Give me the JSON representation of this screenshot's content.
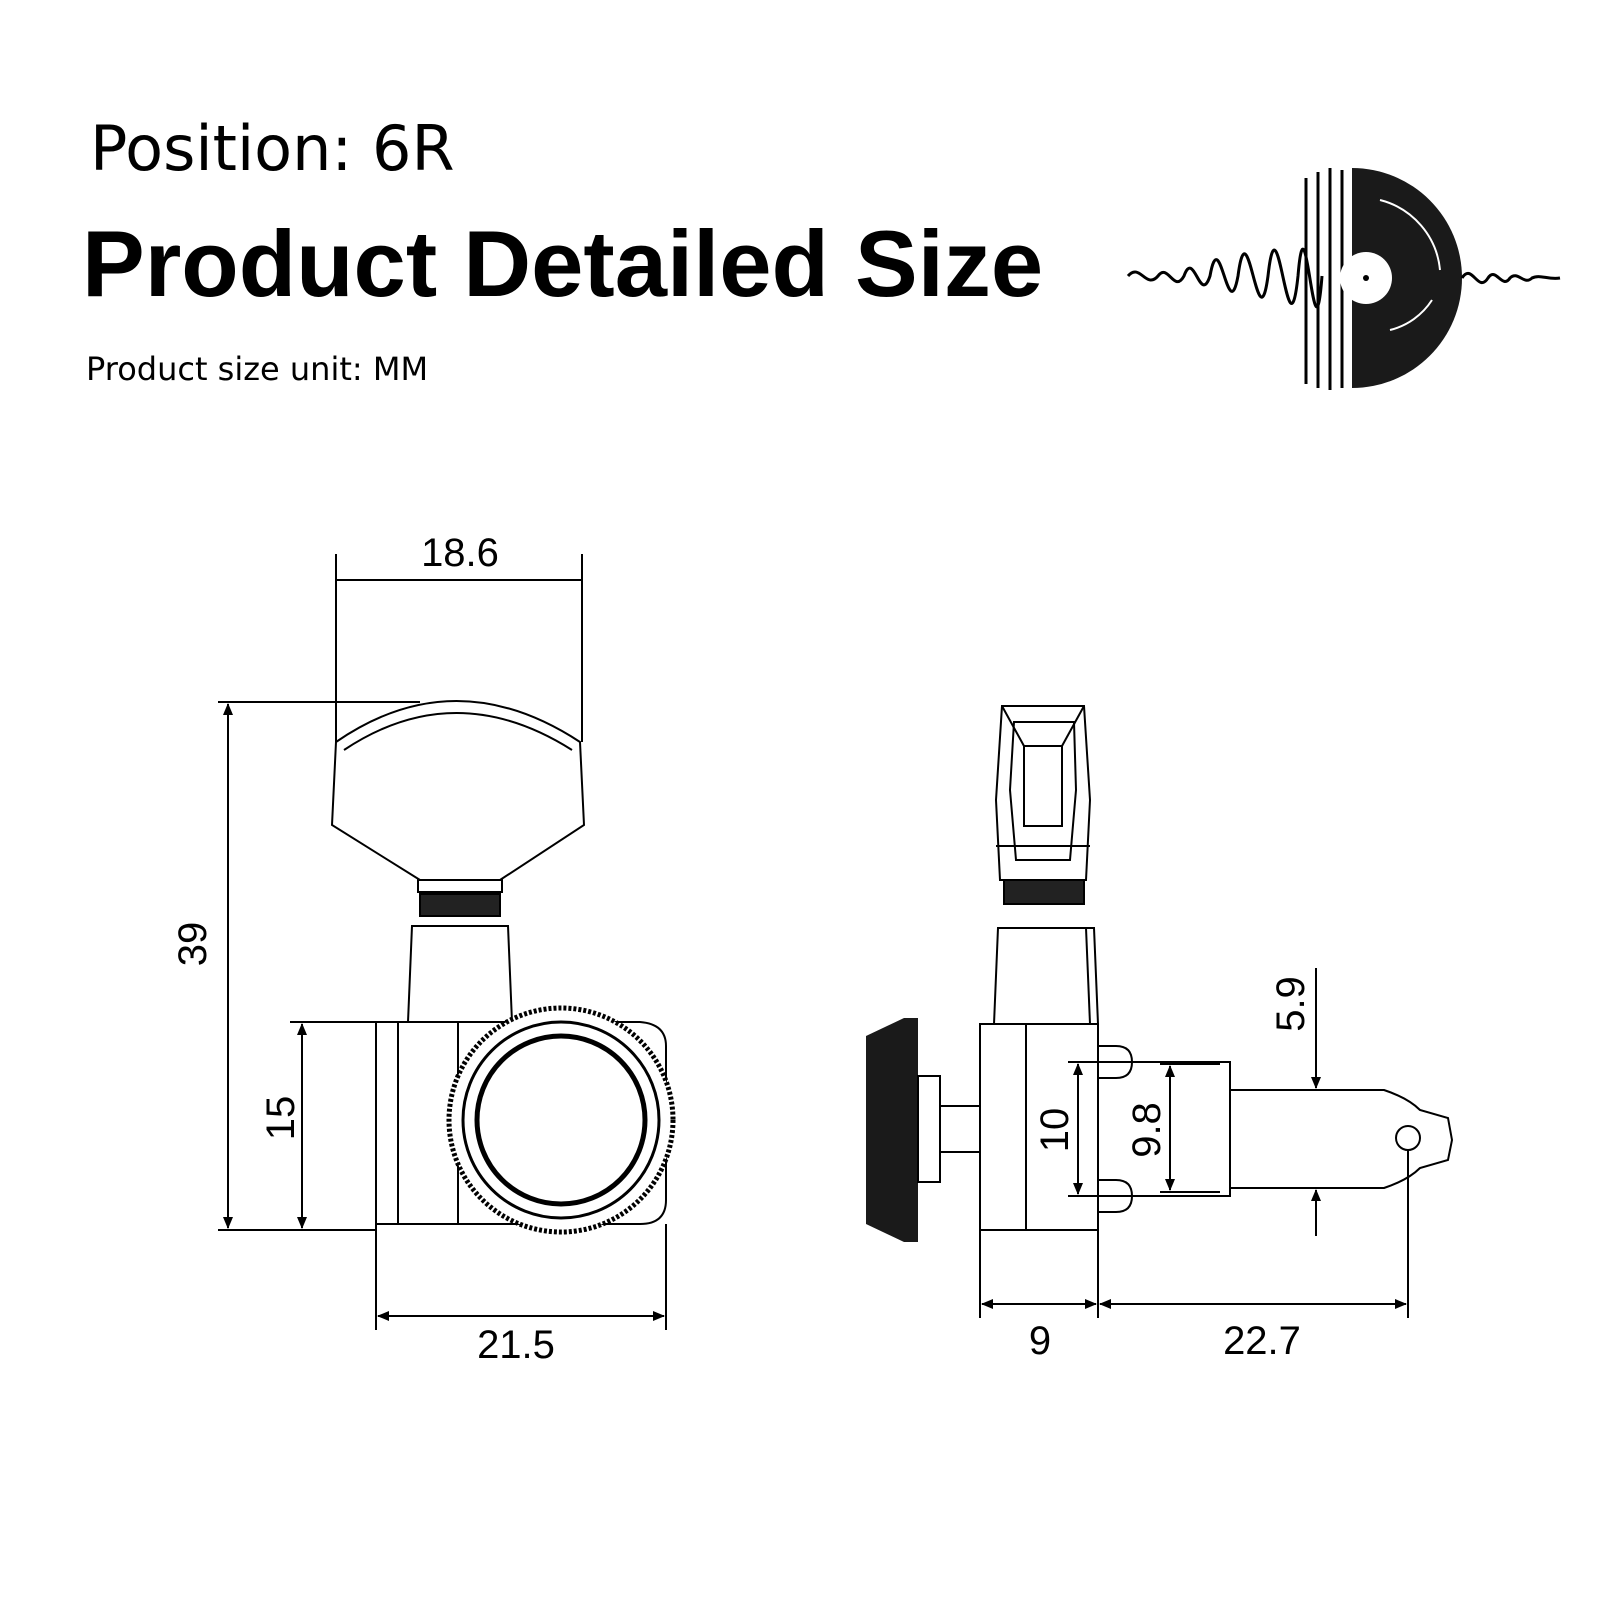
{
  "header": {
    "position": "Position: 6R",
    "title": "Product Detailed Size",
    "unit": "Product size unit: MM"
  },
  "logo": {
    "icon": "sound-wave-vinyl-record-icon"
  },
  "front_view": {
    "width_top": "18.6",
    "height_total": "39",
    "height_body": "15",
    "width_body": "21.5"
  },
  "side_view": {
    "post_diameter_tip": "5.9",
    "post_diameter_base": "10",
    "post_diameter_mid": "9.8",
    "body_depth": "9",
    "post_length": "22.7"
  }
}
